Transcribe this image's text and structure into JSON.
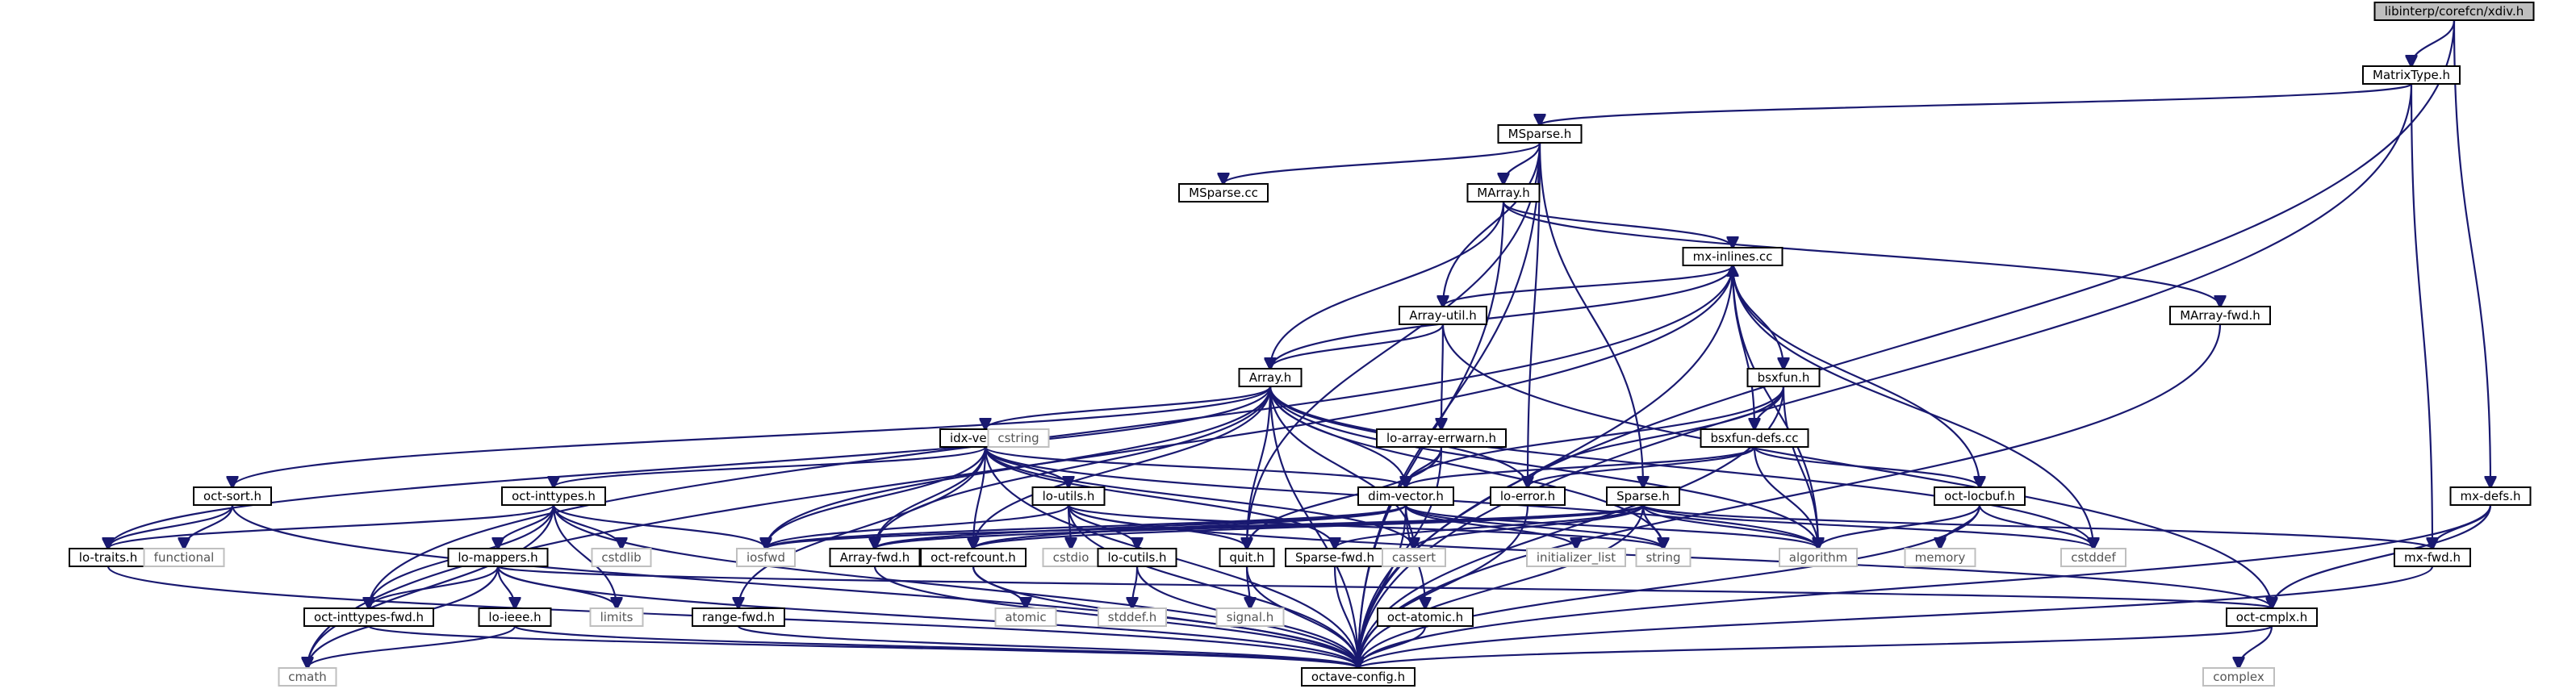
{
  "diagram": {
    "type": "include-dependency-graph",
    "colors": {
      "edge": "#191970",
      "root_fill": "#bfbfbf",
      "node_border": "#000000",
      "system_header_border": "#bfbfbf"
    },
    "nodes": [
      {
        "id": "root",
        "label": "libinterp/corefcn/xdiv.h",
        "kind": "root"
      },
      {
        "id": "matrixtype",
        "label": "MatrixType.h",
        "kind": "file"
      },
      {
        "id": "msparse",
        "label": "MSparse.h",
        "kind": "file"
      },
      {
        "id": "msparsecc",
        "label": "MSparse.cc",
        "kind": "file"
      },
      {
        "id": "marray",
        "label": "MArray.h",
        "kind": "file"
      },
      {
        "id": "mxinlines",
        "label": "mx-inlines.cc",
        "kind": "file"
      },
      {
        "id": "marrayfwd",
        "label": "MArray-fwd.h",
        "kind": "file"
      },
      {
        "id": "arrayutil",
        "label": "Array-util.h",
        "kind": "file"
      },
      {
        "id": "array",
        "label": "Array.h",
        "kind": "file"
      },
      {
        "id": "bsxfun",
        "label": "bsxfun.h",
        "kind": "file"
      },
      {
        "id": "bsxfundefs",
        "label": "bsxfun-defs.cc",
        "kind": "file"
      },
      {
        "id": "loarrayerrwarn",
        "label": "lo-array-errwarn.h",
        "kind": "file"
      },
      {
        "id": "idxvector",
        "label": "idx-vector.h",
        "kind": "file"
      },
      {
        "id": "octsort",
        "label": "oct-sort.h",
        "kind": "file"
      },
      {
        "id": "octinttypes",
        "label": "oct-inttypes.h",
        "kind": "file"
      },
      {
        "id": "loutils",
        "label": "lo-utils.h",
        "kind": "file"
      },
      {
        "id": "dimvector",
        "label": "dim-vector.h",
        "kind": "file"
      },
      {
        "id": "loerror",
        "label": "lo-error.h",
        "kind": "file"
      },
      {
        "id": "sparse",
        "label": "Sparse.h",
        "kind": "file"
      },
      {
        "id": "octlocbuf",
        "label": "oct-locbuf.h",
        "kind": "file"
      },
      {
        "id": "mxdefs",
        "label": "mx-defs.h",
        "kind": "file"
      },
      {
        "id": "lotraits",
        "label": "lo-traits.h",
        "kind": "file"
      },
      {
        "id": "functional",
        "label": "functional",
        "kind": "system"
      },
      {
        "id": "cstdlib",
        "label": "cstdlib",
        "kind": "system"
      },
      {
        "id": "iosfwd",
        "label": "iosfwd",
        "kind": "system"
      },
      {
        "id": "cstring",
        "label": "cstring",
        "kind": "system"
      },
      {
        "id": "cstdio",
        "label": "cstdio",
        "kind": "system"
      },
      {
        "id": "arrayfwd",
        "label": "Array-fwd.h",
        "kind": "file"
      },
      {
        "id": "octrefcount",
        "label": "oct-refcount.h",
        "kind": "file"
      },
      {
        "id": "locutils",
        "label": "lo-cutils.h",
        "kind": "file"
      },
      {
        "id": "quit",
        "label": "quit.h",
        "kind": "file"
      },
      {
        "id": "sparsefwd",
        "label": "Sparse-fwd.h",
        "kind": "file"
      },
      {
        "id": "cassert",
        "label": "cassert",
        "kind": "system"
      },
      {
        "id": "initlist",
        "label": "initializer_list",
        "kind": "system"
      },
      {
        "id": "string",
        "label": "string",
        "kind": "system"
      },
      {
        "id": "algorithm",
        "label": "algorithm",
        "kind": "system"
      },
      {
        "id": "memory",
        "label": "memory",
        "kind": "system"
      },
      {
        "id": "cstddef",
        "label": "cstddef",
        "kind": "system"
      },
      {
        "id": "mxfwd",
        "label": "mx-fwd.h",
        "kind": "file"
      },
      {
        "id": "lomappers",
        "label": "lo-mappers.h",
        "kind": "file"
      },
      {
        "id": "octinttypesfwd",
        "label": "oct-inttypes-fwd.h",
        "kind": "file"
      },
      {
        "id": "loieee",
        "label": "lo-ieee.h",
        "kind": "file"
      },
      {
        "id": "limits",
        "label": "limits",
        "kind": "system"
      },
      {
        "id": "rangefwd",
        "label": "range-fwd.h",
        "kind": "file"
      },
      {
        "id": "atomic",
        "label": "atomic",
        "kind": "system"
      },
      {
        "id": "stddef",
        "label": "stddef.h",
        "kind": "system"
      },
      {
        "id": "signal",
        "label": "signal.h",
        "kind": "system"
      },
      {
        "id": "octatomic",
        "label": "oct-atomic.h",
        "kind": "file"
      },
      {
        "id": "octcmplx",
        "label": "oct-cmplx.h",
        "kind": "file"
      },
      {
        "id": "cmath",
        "label": "cmath",
        "kind": "system"
      },
      {
        "id": "octaveconfig",
        "label": "octave-config.h",
        "kind": "file"
      },
      {
        "id": "complex",
        "label": "complex",
        "kind": "system"
      }
    ],
    "edges": [
      [
        "root",
        "matrixtype"
      ],
      [
        "root",
        "mxdefs"
      ],
      [
        "root",
        "octaveconfig"
      ],
      [
        "matrixtype",
        "msparse"
      ],
      [
        "matrixtype",
        "mxfwd"
      ],
      [
        "matrixtype",
        "octaveconfig"
      ],
      [
        "msparse",
        "msparsecc"
      ],
      [
        "msparse",
        "marray"
      ],
      [
        "msparse",
        "arrayutil"
      ],
      [
        "msparse",
        "sparse"
      ],
      [
        "msparse",
        "loerror"
      ],
      [
        "msparse",
        "quit"
      ],
      [
        "msparse",
        "octaveconfig"
      ],
      [
        "marray",
        "mxinlines"
      ],
      [
        "marray",
        "marrayfwd"
      ],
      [
        "marray",
        "array"
      ],
      [
        "marray",
        "octaveconfig"
      ],
      [
        "mxinlines",
        "arrayutil"
      ],
      [
        "mxinlines",
        "array"
      ],
      [
        "mxinlines",
        "bsxfun"
      ],
      [
        "mxinlines",
        "octlocbuf"
      ],
      [
        "mxinlines",
        "cstddef"
      ],
      [
        "mxinlines",
        "algorithm"
      ],
      [
        "mxinlines",
        "cmath"
      ],
      [
        "mxinlines",
        "octinttypesfwd"
      ],
      [
        "mxinlines",
        "octaveconfig"
      ],
      [
        "marrayfwd",
        "octaveconfig"
      ],
      [
        "arrayutil",
        "array"
      ],
      [
        "arrayutil",
        "loarrayerrwarn"
      ],
      [
        "arrayutil",
        "octcmplx"
      ],
      [
        "array",
        "idxvector"
      ],
      [
        "array",
        "octsort"
      ],
      [
        "array",
        "lotraits"
      ],
      [
        "array",
        "iosfwd"
      ],
      [
        "array",
        "arrayfwd"
      ],
      [
        "array",
        "octrefcount"
      ],
      [
        "array",
        "quit"
      ],
      [
        "array",
        "cassert"
      ],
      [
        "array",
        "dimvector"
      ],
      [
        "array",
        "loerror"
      ],
      [
        "array",
        "algorithm"
      ],
      [
        "array",
        "cstddef"
      ],
      [
        "array",
        "string"
      ],
      [
        "array",
        "octaveconfig"
      ],
      [
        "bsxfun",
        "bsxfundefs"
      ],
      [
        "bsxfun",
        "dimvector"
      ],
      [
        "bsxfun",
        "loerror"
      ],
      [
        "bsxfun",
        "algorithm"
      ],
      [
        "bsxfun",
        "octaveconfig"
      ],
      [
        "bsxfundefs",
        "mxinlines"
      ],
      [
        "bsxfundefs",
        "dimvector"
      ],
      [
        "bsxfundefs",
        "octlocbuf"
      ],
      [
        "bsxfundefs",
        "algorithm"
      ],
      [
        "bsxfundefs",
        "loerror"
      ],
      [
        "loarrayerrwarn",
        "dimvector"
      ],
      [
        "loarrayerrwarn",
        "quit"
      ],
      [
        "loarrayerrwarn",
        "octaveconfig"
      ],
      [
        "idxvector",
        "octinttypes"
      ],
      [
        "idxvector",
        "loutils"
      ],
      [
        "idxvector",
        "dimvector"
      ],
      [
        "idxvector",
        "octrefcount"
      ],
      [
        "idxvector",
        "arrayfwd"
      ],
      [
        "idxvector",
        "rangefwd"
      ],
      [
        "idxvector",
        "cstring"
      ],
      [
        "idxvector",
        "iosfwd"
      ],
      [
        "idxvector",
        "cassert"
      ],
      [
        "idxvector",
        "sparsefwd"
      ],
      [
        "idxvector",
        "algorithm"
      ],
      [
        "idxvector",
        "octaveconfig"
      ],
      [
        "octsort",
        "lotraits"
      ],
      [
        "octsort",
        "functional"
      ],
      [
        "octsort",
        "octaveconfig"
      ],
      [
        "octinttypes",
        "lomappers"
      ],
      [
        "octinttypes",
        "octinttypesfwd"
      ],
      [
        "octinttypes",
        "cstdlib"
      ],
      [
        "octinttypes",
        "iosfwd"
      ],
      [
        "octinttypes",
        "limits"
      ],
      [
        "octinttypes",
        "cmath"
      ],
      [
        "octinttypes",
        "lotraits"
      ],
      [
        "octinttypes",
        "octaveconfig"
      ],
      [
        "loutils",
        "locutils"
      ],
      [
        "loutils",
        "cstdio"
      ],
      [
        "loutils",
        "iosfwd"
      ],
      [
        "loutils",
        "string"
      ],
      [
        "loutils",
        "quit"
      ],
      [
        "loutils",
        "octcmplx"
      ],
      [
        "loutils",
        "octaveconfig"
      ],
      [
        "dimvector",
        "cassert"
      ],
      [
        "dimvector",
        "initlist"
      ],
      [
        "dimvector",
        "string"
      ],
      [
        "dimvector",
        "octatomic"
      ],
      [
        "dimvector",
        "octrefcount"
      ],
      [
        "dimvector",
        "arrayfwd"
      ],
      [
        "dimvector",
        "algorithm"
      ],
      [
        "dimvector",
        "iosfwd"
      ],
      [
        "dimvector",
        "octaveconfig"
      ],
      [
        "loerror",
        "octaveconfig"
      ],
      [
        "sparse",
        "iosfwd"
      ],
      [
        "sparse",
        "string"
      ],
      [
        "sparse",
        "cassert"
      ],
      [
        "sparse",
        "algorithm"
      ],
      [
        "sparse",
        "cstddef"
      ],
      [
        "sparse",
        "octrefcount"
      ],
      [
        "sparse",
        "sparsefwd"
      ],
      [
        "sparse",
        "mxfwd"
      ],
      [
        "sparse",
        "arrayfwd"
      ],
      [
        "sparse",
        "octaveconfig"
      ],
      [
        "octlocbuf",
        "memory"
      ],
      [
        "octlocbuf",
        "algorithm"
      ],
      [
        "octlocbuf",
        "cstddef"
      ],
      [
        "octlocbuf",
        "octaveconfig"
      ],
      [
        "mxdefs",
        "mxfwd"
      ],
      [
        "mxdefs",
        "octcmplx"
      ],
      [
        "mxdefs",
        "octaveconfig"
      ],
      [
        "lotraits",
        "octaveconfig"
      ],
      [
        "arrayfwd",
        "octaveconfig"
      ],
      [
        "octrefcount",
        "atomic"
      ],
      [
        "octrefcount",
        "octaveconfig"
      ],
      [
        "locutils",
        "stddef"
      ],
      [
        "locutils",
        "octaveconfig"
      ],
      [
        "quit",
        "signal"
      ],
      [
        "quit",
        "octaveconfig"
      ],
      [
        "sparsefwd",
        "octaveconfig"
      ],
      [
        "mxfwd",
        "octaveconfig"
      ],
      [
        "lomappers",
        "octinttypesfwd"
      ],
      [
        "lomappers",
        "loieee"
      ],
      [
        "lomappers",
        "limits"
      ],
      [
        "lomappers",
        "cmath"
      ],
      [
        "lomappers",
        "octcmplx"
      ],
      [
        "lomappers",
        "octaveconfig"
      ],
      [
        "octinttypesfwd",
        "octaveconfig"
      ],
      [
        "loieee",
        "cmath"
      ],
      [
        "loieee",
        "octaveconfig"
      ],
      [
        "rangefwd",
        "octaveconfig"
      ],
      [
        "octatomic",
        "octaveconfig"
      ],
      [
        "octcmplx",
        "complex"
      ],
      [
        "octcmplx",
        "octaveconfig"
      ]
    ]
  }
}
